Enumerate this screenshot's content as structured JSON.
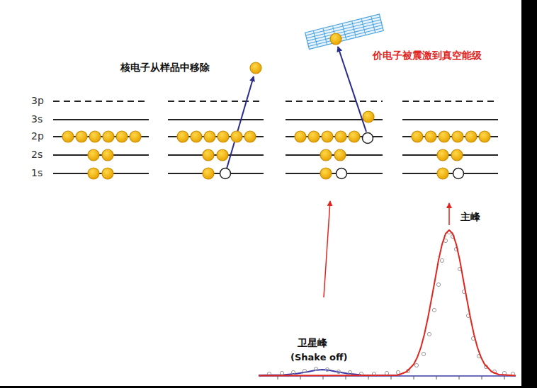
{
  "diagram": {
    "labels": [
      "核电子从样品中移除",
      "价电子被震激到真空能级",
      "3p",
      "3s",
      "2p",
      "2s",
      "1s",
      "主峰",
      "卫星峰",
      "(Shake off)"
    ]
  }
}
